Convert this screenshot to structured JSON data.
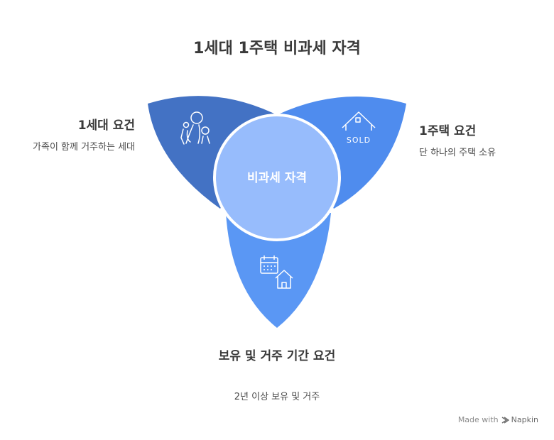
{
  "title": "1세대 1주택 비과세 자격",
  "center": {
    "label": "비과세 자격"
  },
  "items": [
    {
      "heading": "1세대 요건",
      "description": "가족이 함께 거주하는 세대",
      "icon": "family-icon",
      "color": "#4372c4"
    },
    {
      "heading": "1주택 요건",
      "description": "단 하나의 주택 소유",
      "icon": "sold-house-icon",
      "color": "#4f8cee",
      "icon_text": "SOLD"
    },
    {
      "heading": "보유 및 거주 기간 요건",
      "description": "2년 이상 보유 및 거주",
      "icon": "calendar-house-icon",
      "color": "#5a97f4"
    }
  ],
  "center_color": "#97bcfc",
  "watermark": {
    "prefix": "Made with",
    "brand": "Napkin"
  }
}
